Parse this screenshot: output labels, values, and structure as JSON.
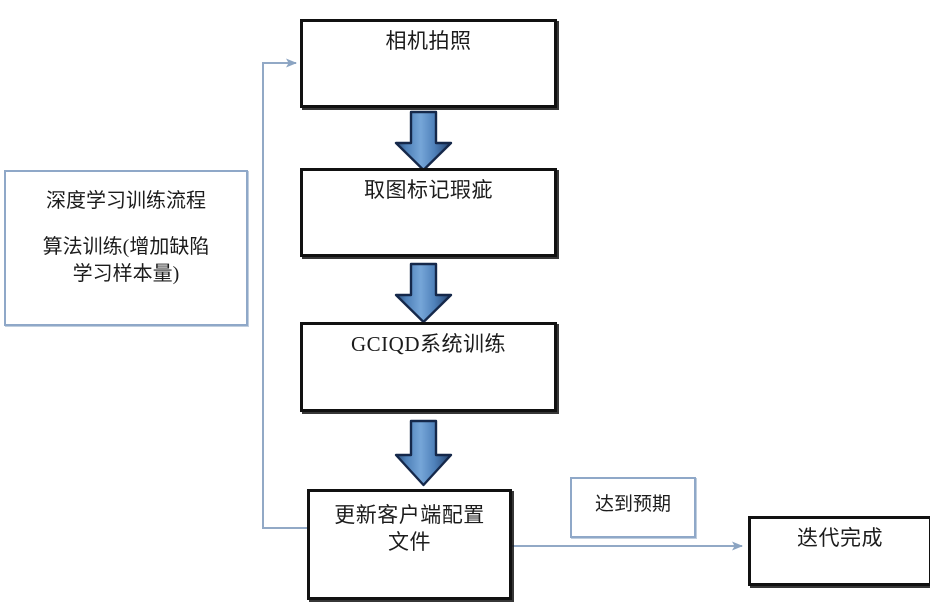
{
  "diagram": {
    "title_box": {
      "heading": "深度学习训练流程",
      "body_line1": "算法训练(增加缺陷",
      "body_line2": "学习样本量)"
    },
    "process_steps": [
      {
        "id": "camera-capture",
        "label": "相机拍照"
      },
      {
        "id": "mark-defects",
        "label": "取图标记瑕疵"
      },
      {
        "id": "gciqd-training",
        "label": "GCIQD系统训练"
      },
      {
        "id": "update-client-config",
        "label_line1": "更新客户端配置",
        "label_line2": "文件"
      }
    ],
    "condition_label": {
      "id": "meets-expectation",
      "label": "达到预期"
    },
    "terminal": {
      "id": "iteration-complete",
      "label": "迭代完成"
    },
    "arrows": {
      "down_arrow_count": 3,
      "feedback_loop": "update-client-config -> camera-capture",
      "forward_link": "update-client-config -> iteration-complete"
    },
    "colors": {
      "box_border": "#111111",
      "light_border": "#8fa8c8",
      "arrow_fill_light": "#6b9bd2",
      "arrow_fill_dark": "#1f3b63",
      "connector_line": "#92a9c6",
      "text": "#1c1c1c",
      "background": "#ffffff"
    }
  }
}
